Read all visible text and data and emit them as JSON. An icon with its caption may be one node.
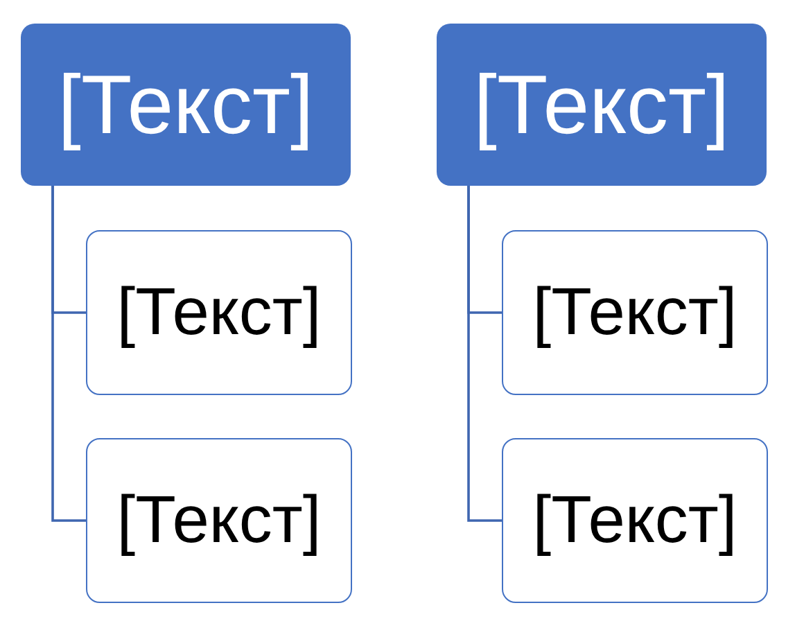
{
  "diagram": {
    "nodes": [
      {
        "text": [
          "[Текст]"
        ]
      },
      {
        "text": [
          "[Текст]"
        ]
      },
      {
        "text": [
          "[Текст]"
        ]
      },
      {
        "text": [
          "[Текст]"
        ]
      },
      {
        "text": [
          "[Текст]"
        ]
      },
      {
        "text": [
          "[Текст]"
        ]
      }
    ],
    "edges": [
      {
        "from": 0,
        "to": 1,
        "arrow": "none"
      },
      {
        "from": 0,
        "to": 2,
        "arrow": "none"
      },
      {
        "from": 3,
        "to": 4,
        "arrow": "none"
      },
      {
        "from": 3,
        "to": 5,
        "arrow": "none"
      }
    ]
  }
}
